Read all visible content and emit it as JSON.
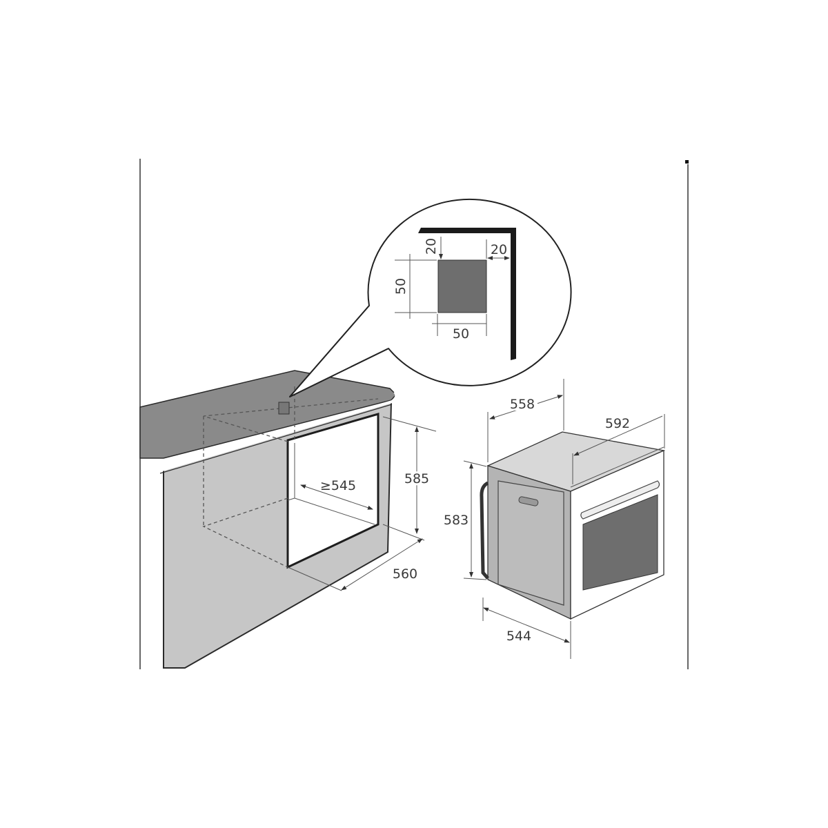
{
  "colors": {
    "countertop": "#8a8a8a",
    "cabinet": "#c6c6c6",
    "oven_side": "#b4b4b4",
    "oven_top": "#d8d8d8",
    "window": "#6e6e6e",
    "vent": "#777777"
  },
  "inset": {
    "vent_offset_top": "20",
    "vent_offset_side": "20",
    "vent_height": "50",
    "vent_width": "50"
  },
  "cabinet": {
    "opening_height": "585",
    "opening_depth": "≥545",
    "opening_width": "560"
  },
  "oven": {
    "depth_top": "558",
    "width": "592",
    "height": "583",
    "depth_side": "544"
  }
}
